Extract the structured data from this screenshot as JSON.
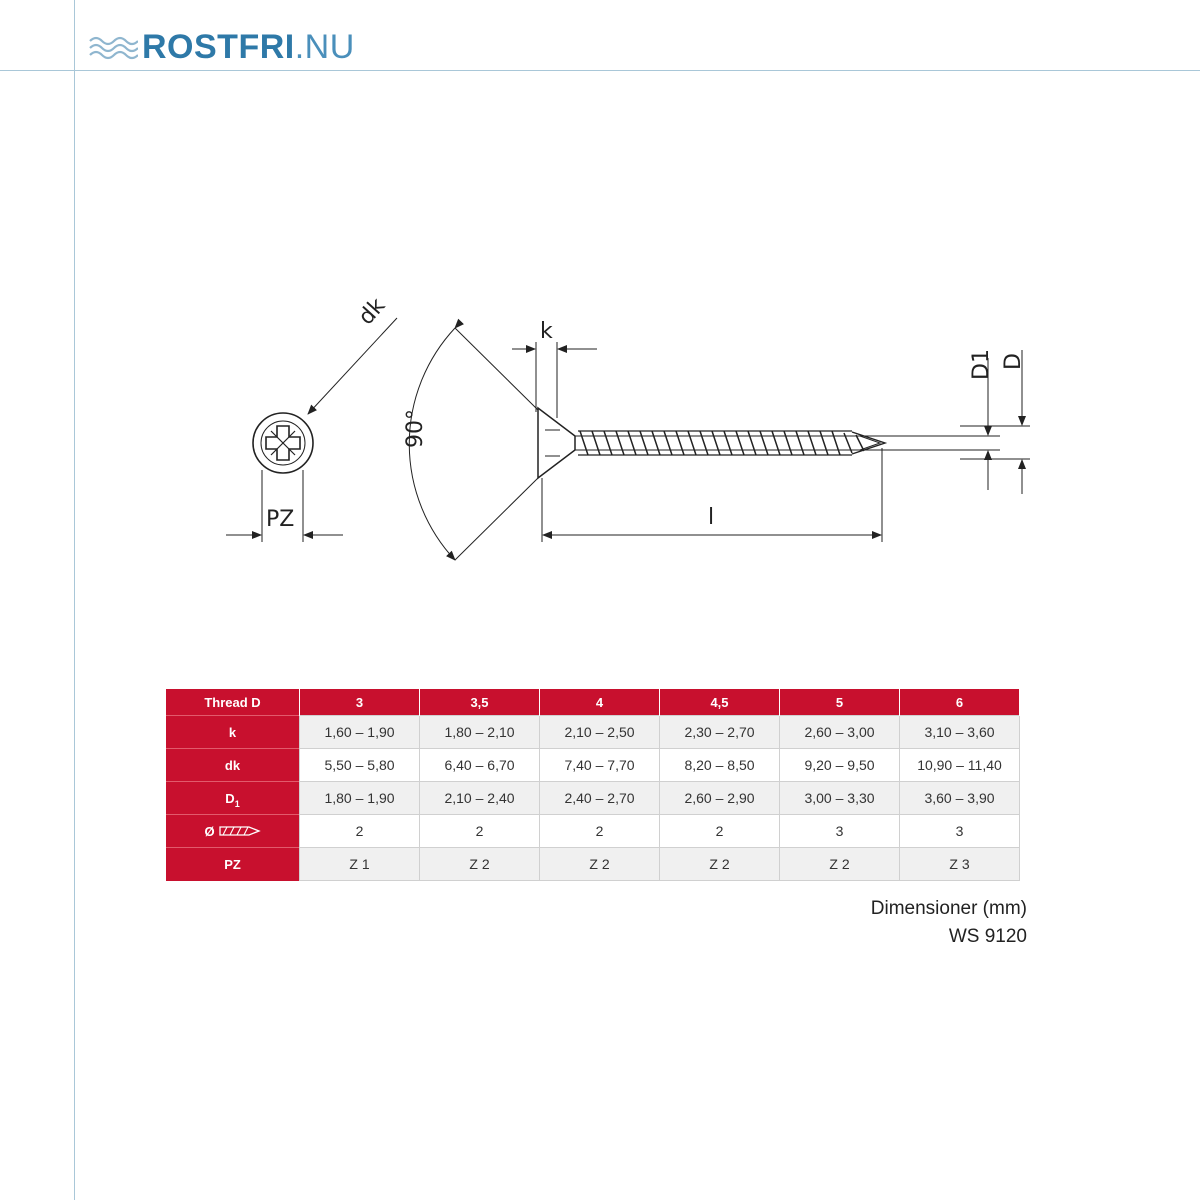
{
  "brand": {
    "name": "ROSTFRI",
    "suffix": ".NU",
    "color": "#2e79a8"
  },
  "drawing_labels": {
    "dk": "dk",
    "k": "k",
    "angle": "90°",
    "pz": "PZ",
    "l": "l",
    "d1": "D1",
    "d": "D"
  },
  "table": {
    "header_color": "#c8102e",
    "corner_label": "Thread D",
    "columns": [
      "3",
      "3,5",
      "4",
      "4,5",
      "5",
      "6"
    ],
    "rows": [
      {
        "label": "k",
        "values": [
          "1,60 – 1,90",
          "1,80 – 2,10",
          "2,10 – 2,50",
          "2,30 – 2,70",
          "2,60 – 3,00",
          "3,10 – 3,60"
        ]
      },
      {
        "label": "dk",
        "values": [
          "5,50 – 5,80",
          "6,40 – 6,70",
          "7,40 – 7,70",
          "8,20 – 8,50",
          "9,20 – 9,50",
          "10,90 – 11,40"
        ]
      },
      {
        "label": "D",
        "label_sub": "1",
        "values": [
          "1,80 – 1,90",
          "2,10 – 2,40",
          "2,40 – 2,70",
          "2,60 – 2,90",
          "3,00 – 3,30",
          "3,60 – 3,90"
        ]
      },
      {
        "label": "Ø",
        "label_icon": "drill-bit-icon",
        "values": [
          "2",
          "2",
          "2",
          "2",
          "3",
          "3"
        ]
      },
      {
        "label": "PZ",
        "values": [
          "Z 1",
          "Z 2",
          "Z 2",
          "Z 2",
          "Z 2",
          "Z 3"
        ]
      }
    ]
  },
  "footnote": {
    "line1": "Dimensioner (mm)",
    "line2": "WS 9120"
  }
}
